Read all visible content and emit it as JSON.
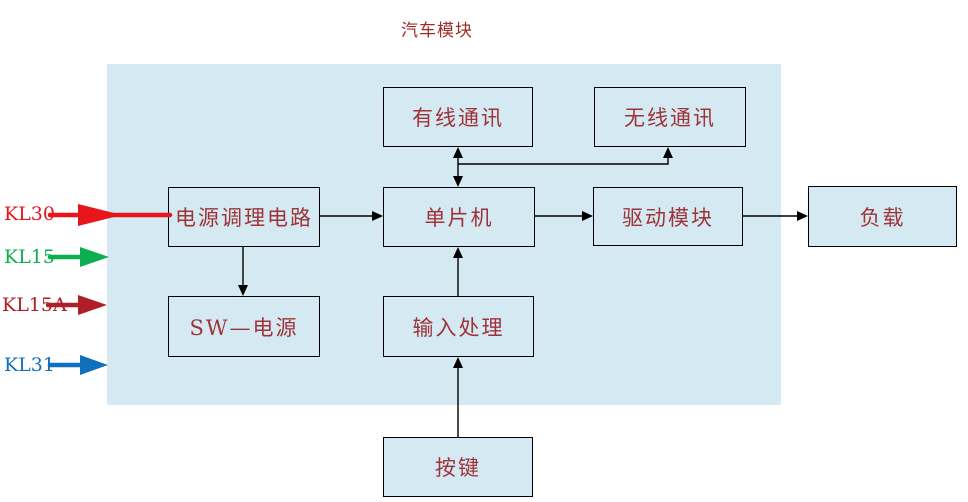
{
  "title": "汽车模块",
  "colors": {
    "region_bg": "#d4e9f1",
    "node_fill": "#d4e9f1",
    "node_border": "#000000",
    "node_text": "#9e3339",
    "title_text": "#9e2d28",
    "connector": "#000000",
    "kl30": "#e8151c",
    "kl15": "#0caf4f",
    "kl15a": "#ae1f27",
    "kl31": "#1170bd"
  },
  "nodes": {
    "wired": {
      "label": "有线通讯"
    },
    "wireless": {
      "label": "无线通讯"
    },
    "power": {
      "label": "电源调理电路"
    },
    "mcu": {
      "label": "单片机"
    },
    "driver": {
      "label": "驱动模块"
    },
    "load": {
      "label": "负载"
    },
    "sw_power": {
      "label": "SW—电源"
    },
    "input": {
      "label": "输入处理"
    },
    "key": {
      "label": "按键"
    }
  },
  "inputs": [
    {
      "label": "KL30",
      "color": "#e8151c"
    },
    {
      "label": "KL15",
      "color": "#0caf4f"
    },
    {
      "label": "KL15A",
      "color": "#ae1f27"
    },
    {
      "label": "KL31",
      "color": "#1170bd"
    }
  ],
  "edges": [
    {
      "from": "电源调理电路",
      "to": "单片机",
      "type": "arrow"
    },
    {
      "from": "单片机",
      "to": "驱动模块",
      "type": "arrow"
    },
    {
      "from": "驱动模块",
      "to": "负载",
      "type": "arrow"
    },
    {
      "from": "单片机",
      "to": "有线通讯",
      "type": "double-arrow"
    },
    {
      "from": "单片机",
      "to": "无线通讯",
      "type": "arrow"
    },
    {
      "from": "电源调理电路",
      "to": "SW—电源",
      "type": "arrow"
    },
    {
      "from": "输入处理",
      "to": "单片机",
      "type": "arrow"
    },
    {
      "from": "按键",
      "to": "输入处理",
      "type": "arrow"
    },
    {
      "from": "KL30",
      "to": "电源调理电路",
      "type": "arrow",
      "color": "#e8151c"
    },
    {
      "from": "KL15",
      "to": "汽车模块",
      "type": "arrow",
      "color": "#0caf4f"
    },
    {
      "from": "KL15A",
      "to": "汽车模块",
      "type": "arrow",
      "color": "#ae1f27"
    },
    {
      "from": "KL31",
      "to": "汽车模块",
      "type": "arrow",
      "color": "#1170bd"
    }
  ]
}
